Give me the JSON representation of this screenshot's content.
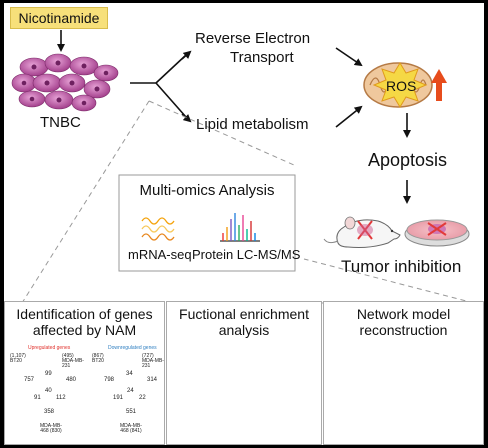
{
  "top": {
    "nicotinamide": "Nicotinamide",
    "cell_label": "TNBC",
    "branch_upper_line1": "Reverse Electron",
    "branch_upper_line2": "Transport",
    "branch_lower": "Lipid metabolism",
    "ros": "ROS",
    "apoptosis": "Apoptosis",
    "tumor_inhibition": "Tumor inhibition"
  },
  "omics": {
    "title": "Multi-omics Analysis",
    "mrna": "mRNA-seq",
    "protein": "Protein LC-MS/MS"
  },
  "panels": [
    {
      "title": "Identification of genes affected by NAM"
    },
    {
      "title": "Fuctional enrichment analysis"
    },
    {
      "title": "Network model reconstruction"
    }
  ],
  "venn": {
    "up_title": "Upregulated genes",
    "down_title": "Downregulated genes",
    "up": {
      "set_a": "(1,107) BT20",
      "set_b": "(495) MDA-MB-231",
      "set_c": "MDA-MB-468 (830)",
      "a_only": "757",
      "b_only": "480",
      "c_only": "358",
      "ab": "99",
      "ac": "91",
      "bc": "112",
      "abc": "40"
    },
    "down": {
      "set_a": "(867) BT20",
      "set_b": "(727) MDA-MB-231",
      "set_c": "MDA-MB-468 (841)",
      "a_only": "798",
      "b_only": "314",
      "c_only": "551",
      "ab": "34",
      "ac": "191",
      "bc": "22",
      "abc": "24"
    }
  },
  "colors": {
    "nicotinamide_box": "#f7e07a",
    "cells": "#c75aa8",
    "mito": "#e8b98a",
    "ros_burst": "#f4d03f",
    "arrow_up": "#e74c1c",
    "venn_up": "#f2a66b",
    "venn_down": "#5fb89a",
    "up_title": "#e0302b",
    "down_title": "#2f7fc1"
  }
}
